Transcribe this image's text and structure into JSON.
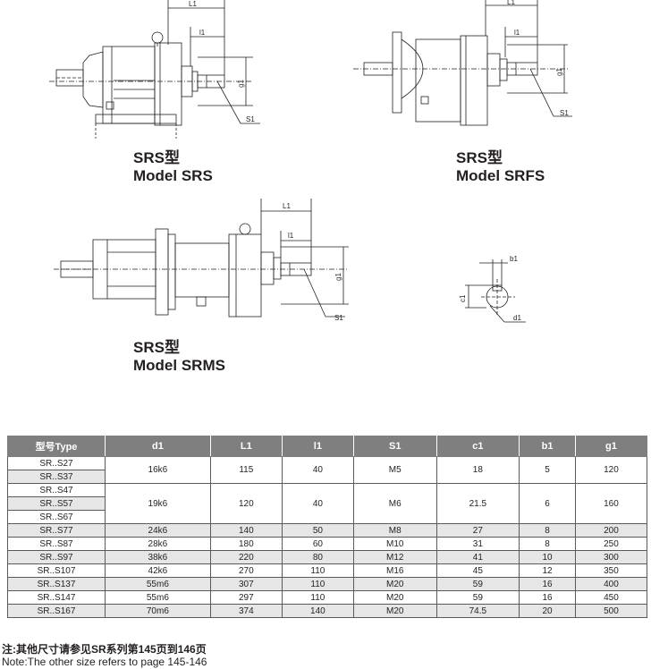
{
  "drawings": {
    "srs": {
      "dims": {
        "L1": "L1",
        "l1": "l1",
        "g1": "g1",
        "S1": "S1"
      }
    },
    "srfs": {
      "dims": {
        "L1": "L1",
        "l1": "l1",
        "g1": "g1",
        "S1": "S1"
      }
    },
    "srms": {
      "dims": {
        "L1": "L1",
        "l1": "l1",
        "g1": "g1",
        "S1": "S1"
      }
    },
    "shaft_section": {
      "dims": {
        "b1": "b1",
        "c1": "c1",
        "d1": "d1"
      }
    }
  },
  "captions": {
    "srs": {
      "zh": "SRS型",
      "en": "Model SRS"
    },
    "srfs": {
      "zh": "SRS型",
      "en": "Model SRFS"
    },
    "srms": {
      "zh": "SRS型",
      "en": "Model SRMS"
    }
  },
  "table": {
    "headers": {
      "type": "型号Type",
      "d1": "d1",
      "L1": "L1",
      "l1": "l1",
      "S1": "S1",
      "c1": "c1",
      "b1": "b1",
      "g1": "g1"
    },
    "groups": [
      {
        "types": [
          "SR..S27",
          "SR..S37"
        ],
        "d1": "16k6",
        "L1": "115",
        "l1": "40",
        "S1": "M5",
        "c1": "18",
        "b1": "5",
        "g1": "120"
      },
      {
        "types": [
          "SR..S47",
          "SR..S57",
          "SR..S67"
        ],
        "d1": "19k6",
        "L1": "120",
        "l1": "40",
        "S1": "M6",
        "c1": "21.5",
        "b1": "6",
        "g1": "160"
      },
      {
        "types": [
          "SR..S77"
        ],
        "d1": "24k6",
        "L1": "140",
        "l1": "50",
        "S1": "M8",
        "c1": "27",
        "b1": "8",
        "g1": "200"
      },
      {
        "types": [
          "SR..S87"
        ],
        "d1": "28k6",
        "L1": "180",
        "l1": "60",
        "S1": "M10",
        "c1": "31",
        "b1": "8",
        "g1": "250"
      },
      {
        "types": [
          "SR..S97"
        ],
        "d1": "38k6",
        "L1": "220",
        "l1": "80",
        "S1": "M12",
        "c1": "41",
        "b1": "10",
        "g1": "300"
      },
      {
        "types": [
          "SR..S107"
        ],
        "d1": "42k6",
        "L1": "270",
        "l1": "110",
        "S1": "M16",
        "c1": "45",
        "b1": "12",
        "g1": "350"
      },
      {
        "types": [
          "SR..S137"
        ],
        "d1": "55m6",
        "L1": "307",
        "l1": "110",
        "S1": "M20",
        "c1": "59",
        "b1": "16",
        "g1": "400"
      },
      {
        "types": [
          "SR..S147"
        ],
        "d1": "55m6",
        "L1": "297",
        "l1": "110",
        "S1": "M20",
        "c1": "59",
        "b1": "16",
        "g1": "450"
      },
      {
        "types": [
          "SR..S167"
        ],
        "d1": "70m6",
        "L1": "374",
        "l1": "140",
        "S1": "M20",
        "c1": "74.5",
        "b1": "20",
        "g1": "500"
      }
    ]
  },
  "notes": {
    "zh": "注:其他尺寸请参见SR系列第145页到146页",
    "en": "Note:The other size refers to page 145-146"
  },
  "colors": {
    "header_bg": "#7f7f7f",
    "row_shade": "#e6e6e6",
    "line": "#231f20"
  }
}
